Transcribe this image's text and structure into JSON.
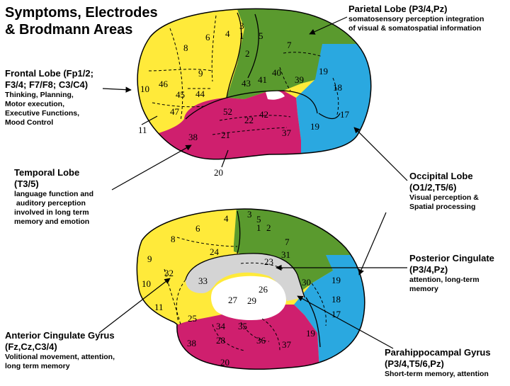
{
  "title": [
    "Symptoms, Electrodes",
    "& Brodmann Areas"
  ],
  "colors": {
    "frontal": "#ffea3a",
    "parietal": "#5a9a2e",
    "temporal": "#cf1f6e",
    "occipital": "#2aa8e0",
    "cingulate_gray": "#d4d4d4",
    "outline": "#000000"
  },
  "labels": {
    "frontal": {
      "heading": [
        "Frontal Lobe (Fp1/2;",
        "F3/4; F7/F8; C3/C4)"
      ],
      "body": [
        "Thinking, Planning,",
        "Motor execution,",
        "Executive Functions,",
        "Mood Control"
      ]
    },
    "parietal": {
      "heading": "Parietal Lobe (P3/4,Pz)",
      "body": [
        "somatosensory perception integration",
        "of visual & somatospatial information"
      ]
    },
    "temporal": {
      "heading": [
        "Temporal Lobe",
        "(T3/5)"
      ],
      "body": [
        "language function and",
        " auditory perception",
        "involved in long term",
        "memory and emotion"
      ]
    },
    "occipital": {
      "heading": [
        "Occipital Lobe",
        "(O1/2,T5/6)"
      ],
      "body": [
        "Visual perception &",
        "Spatial processing"
      ]
    },
    "posterior_cingulate": {
      "heading": [
        "Posterior Cingulate",
        "(P3/4,Pz)"
      ],
      "body": [
        "attention, long-term",
        "memory"
      ]
    },
    "anterior_cingulate": {
      "heading": [
        "Anterior Cingulate Gyrus",
        "(Fz,Cz,C3/4)"
      ],
      "body": [
        "Volitional movement, attention,",
        "long term memory"
      ]
    },
    "parahippocampal": {
      "heading": [
        "Parahippocampal Gyrus",
        "(P3/4,T5/6,Pz)"
      ],
      "body": [
        "Short-term memory, attention"
      ]
    }
  },
  "lateral_areas": [
    "1",
    "2",
    "3",
    "4",
    "5",
    "6",
    "7",
    "8",
    "9",
    "10",
    "11",
    "17",
    "18",
    "19",
    "19",
    "20",
    "21",
    "22",
    "37",
    "38",
    "39",
    "40",
    "41",
    "42",
    "43",
    "44",
    "45",
    "46",
    "47",
    "52"
  ],
  "medial_areas": [
    "1",
    "2",
    "3",
    "4",
    "5",
    "6",
    "7",
    "8",
    "9",
    "10",
    "11",
    "17",
    "18",
    "19",
    "19",
    "20",
    "23",
    "24",
    "25",
    "26",
    "27",
    "28",
    "29",
    "30",
    "31",
    "32",
    "33",
    "34",
    "35",
    "36",
    "37",
    "38"
  ]
}
